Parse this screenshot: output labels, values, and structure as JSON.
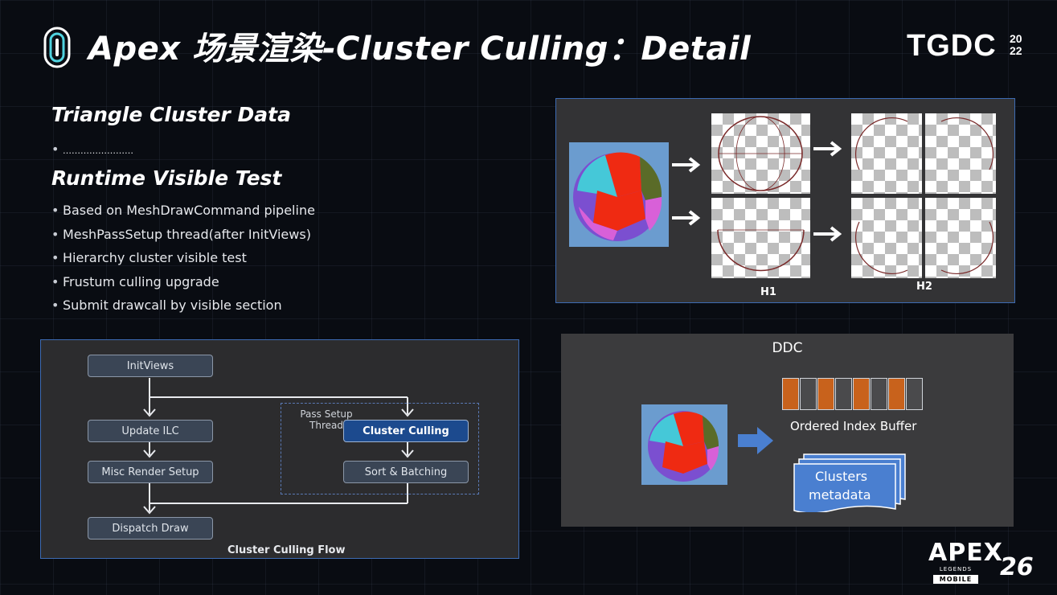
{
  "header": {
    "title": "Apex 场景渲染-Cluster Culling：Detail",
    "brand_main": "TGDC",
    "brand_year_top": "20",
    "brand_year_bottom": "22"
  },
  "left": {
    "section1_title": "Triangle Cluster Data",
    "section1_bullets": [
      "……………………"
    ],
    "section2_title": "Runtime Visible Test",
    "section2_bullets": [
      "Based on MeshDrawCommand pipeline",
      "MeshPassSetup thread(after InitViews)",
      "Hierarchy cluster visible test",
      "Frustum culling upgrade",
      "Submit drawcall by visible section"
    ]
  },
  "flow": {
    "nodes": {
      "init_views": "InitViews",
      "update_ilc": "Update ILC",
      "misc_render_setup": "Misc Render Setup",
      "dispatch_draw": "Dispatch Draw",
      "cluster_culling": "Cluster Culling",
      "sort_batching": "Sort & Batching"
    },
    "group_label_line1": "Pass Setup",
    "group_label_line2": "Thread",
    "caption": "Cluster Culling Flow"
  },
  "lod_figure": {
    "label_h1": "H1",
    "label_h2": "H2"
  },
  "ddc": {
    "title": "DDC",
    "buffer_label": "Ordered Index Buffer",
    "buffer_cells": [
      "orange",
      "gray",
      "orange",
      "gray",
      "orange",
      "gray",
      "orange",
      "gray"
    ],
    "clusters_line1": "Clusters",
    "clusters_line2": "metadata"
  },
  "footer": {
    "game_logo_main": "APEX",
    "game_logo_sub": "LEGENDS",
    "game_logo_tag": "MOBILE",
    "page_number": "26"
  },
  "colors": {
    "accent_blue": "#3d6bb3",
    "highlight_node": "#1c4a8e",
    "orange_cell": "#c8621c",
    "gray_cell": "#4a4a4c"
  }
}
